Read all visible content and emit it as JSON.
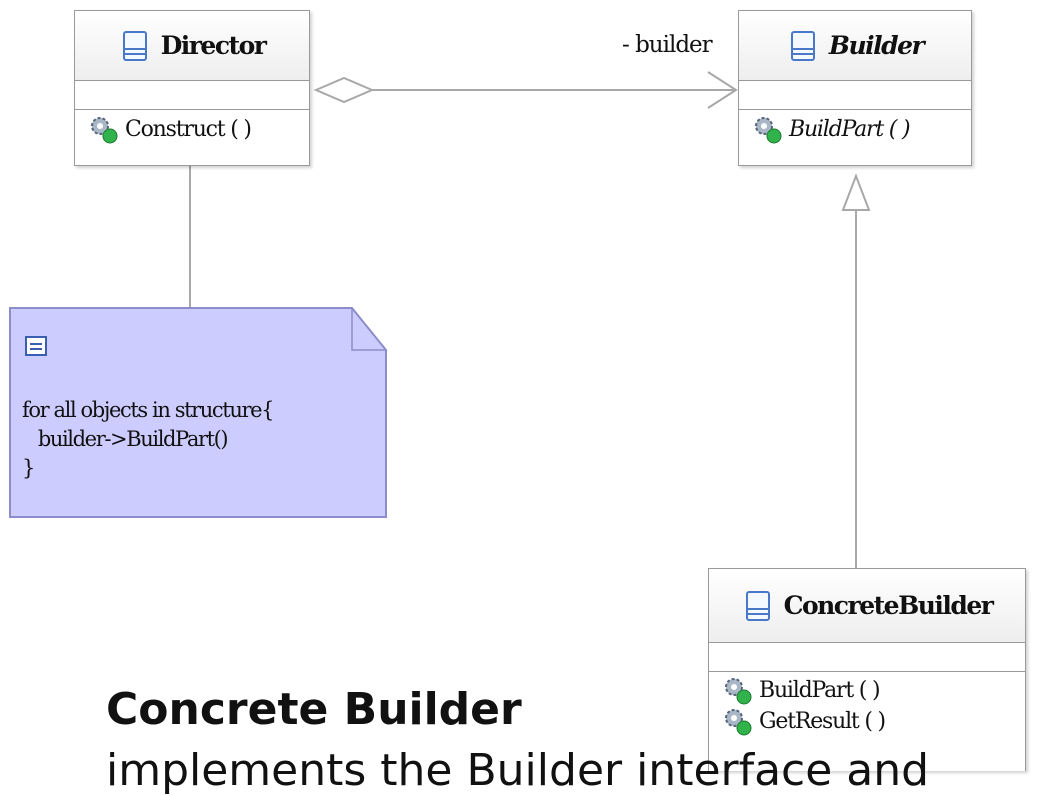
{
  "diagram": {
    "classes": {
      "director": {
        "name": "Director",
        "operations": [
          "Construct ( )"
        ]
      },
      "builder": {
        "name": "Builder",
        "operations": [
          "BuildPart ( )"
        ]
      },
      "concrete_builder": {
        "name": "ConcreteBuilder",
        "operations": [
          "BuildPart ( )",
          "GetResult ( )"
        ]
      }
    },
    "association_role": "- builder",
    "note": {
      "text": "for all objects in structure{\n   builder->BuildPart()\n}"
    }
  },
  "slide": {
    "heading": "Concrete Builder",
    "body": "implements the Builder interface and"
  },
  "colors": {
    "note_fill": "#ccccff",
    "note_border": "#8c8ccc",
    "connector": "#a8a8a8",
    "class_border": "#9a9a9a"
  }
}
